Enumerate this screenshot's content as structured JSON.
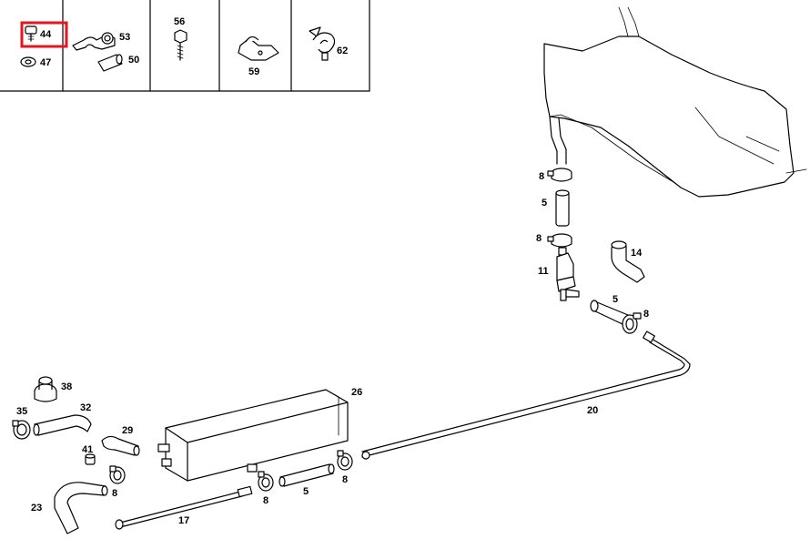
{
  "diagram": {
    "legend_parts": [
      "44",
      "47",
      "53",
      "50",
      "56",
      "59",
      "62"
    ],
    "highlighted_part": "44",
    "highlight_color": "#e8141b",
    "callouts": [
      "8",
      "5",
      "8",
      "11",
      "14",
      "5",
      "8",
      "20",
      "26",
      "38",
      "32",
      "35",
      "29",
      "41",
      "8",
      "23",
      "17",
      "8",
      "5",
      "8"
    ]
  }
}
